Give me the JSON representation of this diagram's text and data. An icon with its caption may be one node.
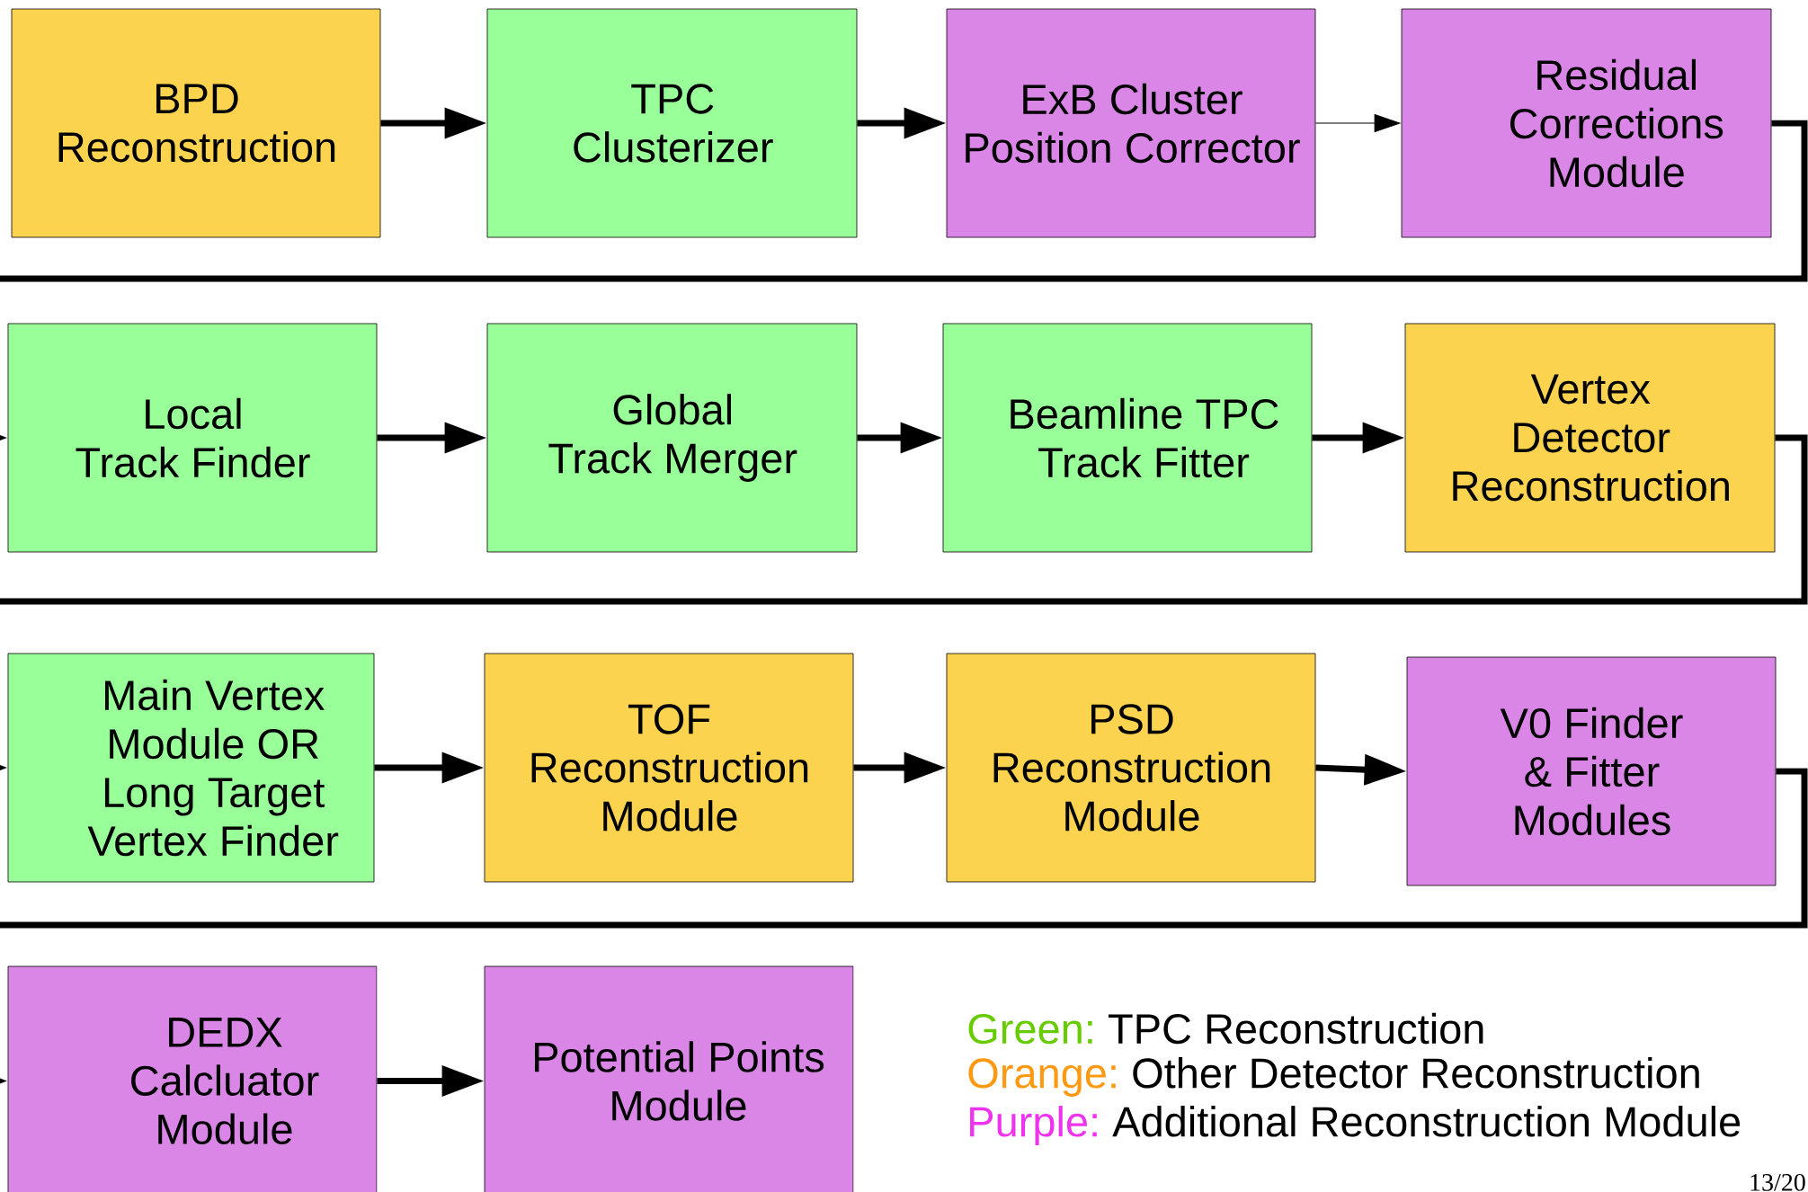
{
  "diagram": {
    "nodes": [
      {
        "text": [
          "BPD Reconstruction"
        ]
      },
      {
        "text": [
          "TPC Clusterizer"
        ]
      },
      {
        "text": [
          "ExB Cluster Position Corrector"
        ]
      },
      {
        "text": [
          "Residual Corrections Module"
        ]
      },
      {
        "text": [
          "Local Track Finder"
        ]
      },
      {
        "text": [
          "Global Track Merger"
        ]
      },
      {
        "text": [
          "Beamline TPC Track Fitter"
        ]
      },
      {
        "text": [
          "Vertex Detector Reconstruction"
        ]
      },
      {
        "text": [
          "Main Vertex Module OR Long Target Vertex Finder"
        ]
      },
      {
        "text": [
          "TOF Reconstruction Module"
        ]
      },
      {
        "text": [
          "PSD Reconstruction Module"
        ]
      },
      {
        "text": [
          "V0 Finder & Fitter Modules"
        ]
      },
      {
        "text": [
          "DEDX Calcluator Module"
        ]
      },
      {
        "text": [
          "Potential Points Module"
        ]
      }
    ],
    "edges": [
      {
        "from": 0,
        "to": 1,
        "arrow": "to"
      },
      {
        "from": 1,
        "to": 2,
        "arrow": "to"
      },
      {
        "from": 2,
        "to": 3,
        "arrow": "to"
      },
      {
        "from": 3,
        "to": 4,
        "arrow": "to"
      },
      {
        "from": 4,
        "to": 5,
        "arrow": "to"
      },
      {
        "from": 5,
        "to": 6,
        "arrow": "to"
      },
      {
        "from": 6,
        "to": 7,
        "arrow": "to"
      },
      {
        "from": 7,
        "to": 8,
        "arrow": "to"
      },
      {
        "from": 8,
        "to": 9,
        "arrow": "to"
      },
      {
        "from": 9,
        "to": 10,
        "arrow": "to"
      },
      {
        "from": 10,
        "to": 11,
        "arrow": "to"
      },
      {
        "from": 11,
        "to": 12,
        "arrow": "to"
      },
      {
        "from": 12,
        "to": 13,
        "arrow": "to"
      }
    ],
    "labels": [
      "Green:",
      "Orange:",
      "Purple:",
      "13/20"
    ],
    "legend": [
      {
        "text": "TPC Reconstruction",
        "color": "#66cc00"
      },
      {
        "text": "Other Detector Reconstruction",
        "color": "#ff9911"
      },
      {
        "text": "Additional Reconstruction Module",
        "color": "#ee33ee"
      }
    ]
  }
}
